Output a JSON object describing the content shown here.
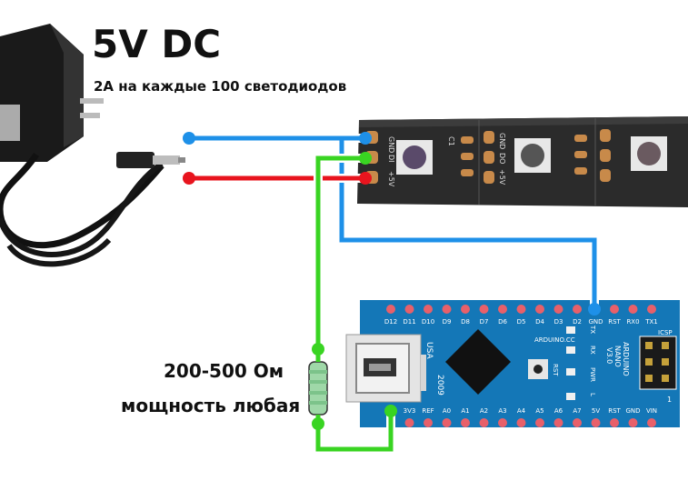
{
  "power_supply": {
    "title": "5V DC",
    "subtitle": "2А на каждые 100 светодиодов"
  },
  "resistor": {
    "value_label": "200-500 Ом",
    "power_label": "мощность любая"
  },
  "led_strip": {
    "pad_labels": [
      "GND",
      "DI",
      "+5V"
    ],
    "out_pad_labels": [
      "GND",
      "DO",
      "+5V"
    ],
    "cap_label": "C1"
  },
  "arduino": {
    "top_pins": [
      "D12",
      "D11",
      "D10",
      "D9",
      "D8",
      "D7",
      "D6",
      "D5",
      "D4",
      "D3",
      "D2",
      "GND",
      "RST",
      "RX0",
      "TX1"
    ],
    "bottom_pins": [
      "D13",
      "3V3",
      "REF",
      "A0",
      "A1",
      "A2",
      "A3",
      "A4",
      "A5",
      "A6",
      "A7",
      "5V",
      "RST",
      "GND",
      "VIN"
    ],
    "usa_label": "USA",
    "year_label": "2009",
    "brand_label": "ARDUINO.CC",
    "name_label": [
      "ARDUINO",
      "NANO",
      "V3.0"
    ],
    "rst_label": "RST",
    "led_labels": [
      "TX",
      "RX",
      "PWR",
      "L"
    ],
    "icsp_label": "ICSP",
    "corner_label": "1"
  },
  "colors": {
    "gnd_wire": "#1e90e8",
    "power_wire": "#e8141e",
    "data_wire": "#39d422",
    "board": "#1477b7",
    "strip": "#2b2b2b"
  }
}
